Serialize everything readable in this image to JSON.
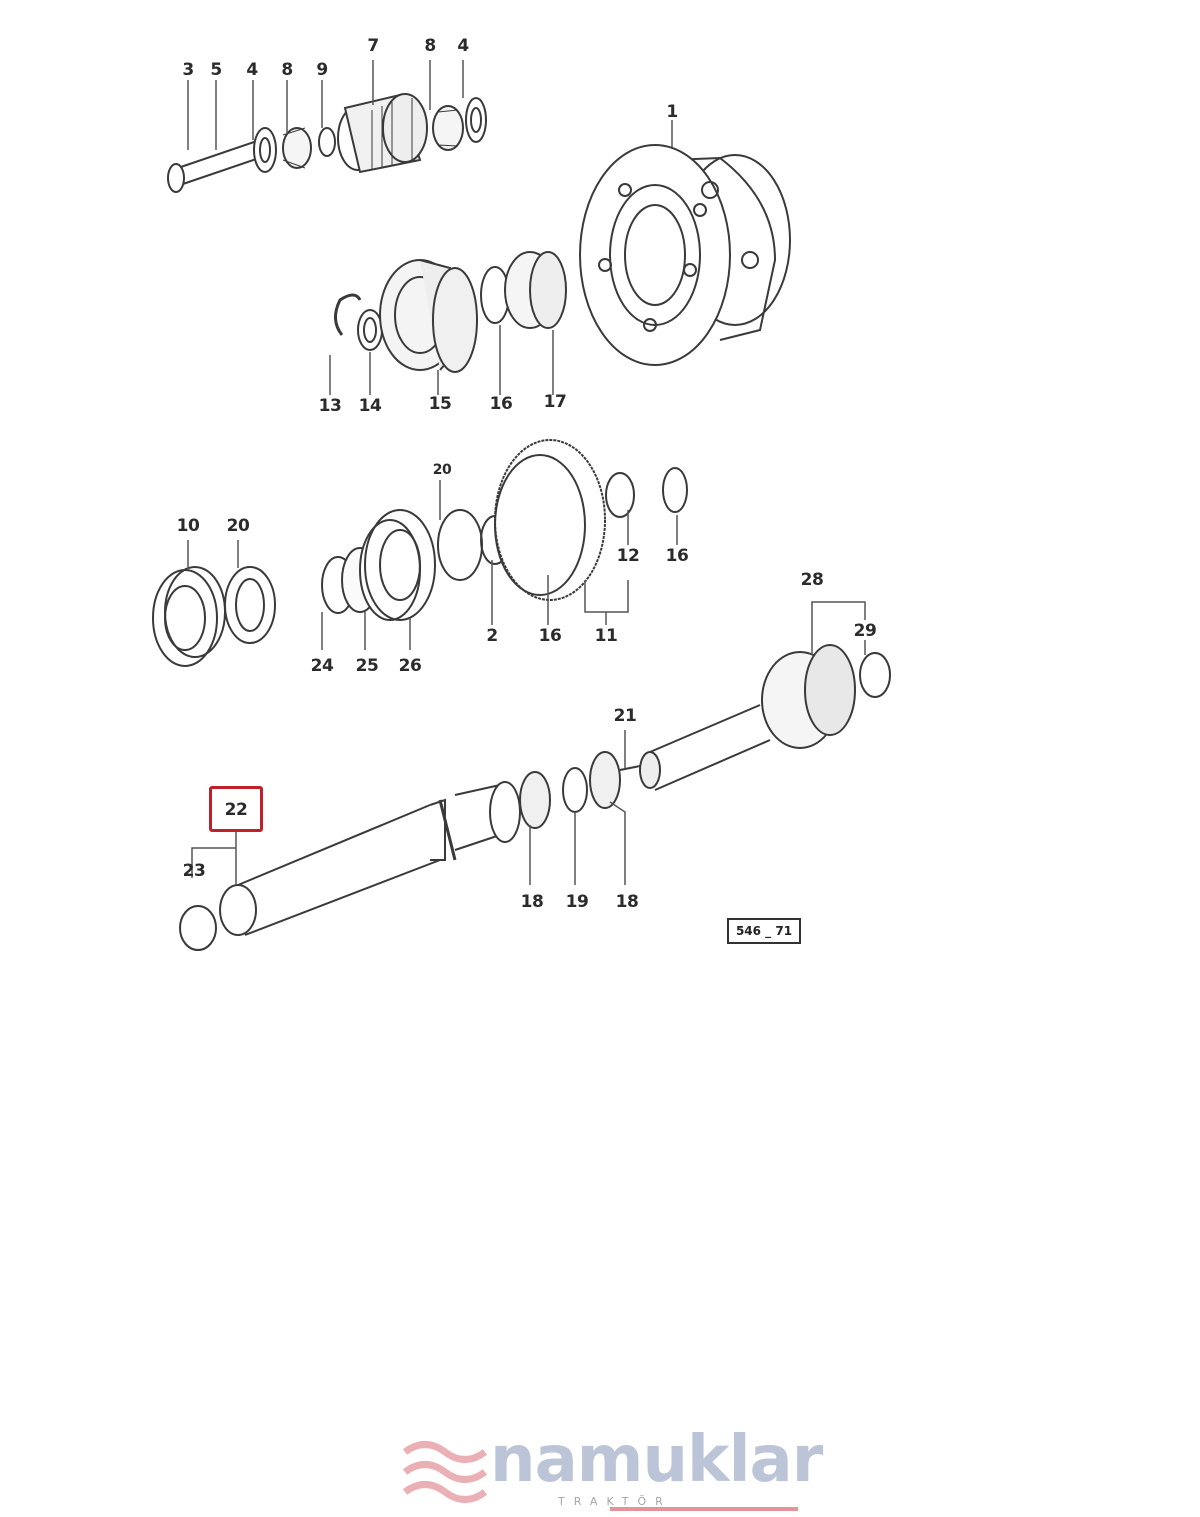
{
  "diagram": {
    "type": "exploded-parts-diagram",
    "reference_code": "546 _ 71",
    "highlighted_part": "22",
    "highlight_color": "#c0202a",
    "watermark": {
      "brand": "namuklar",
      "sub": "TRAKTÖR",
      "colors": {
        "text": "#6a7aa0",
        "accent": "#d9535e"
      }
    },
    "labels": {
      "l3": "3",
      "l5": "5",
      "l4a": "4",
      "l8a": "8",
      "l9": "9",
      "l7": "7",
      "l8b": "8",
      "l4b": "4",
      "l1": "1",
      "l13": "13",
      "l14": "14",
      "l15": "15",
      "l16a": "16",
      "l17": "17",
      "l10": "10",
      "l20a": "20",
      "l20b": "20",
      "l12": "12",
      "l16b": "16",
      "l24": "24",
      "l25": "25",
      "l26": "26",
      "l2": "2",
      "l16c": "16",
      "l11": "11",
      "l28": "28",
      "l29": "29",
      "l21": "21",
      "l22": "22",
      "l23": "23",
      "l18a": "18",
      "l19": "19",
      "l18b": "18"
    }
  }
}
